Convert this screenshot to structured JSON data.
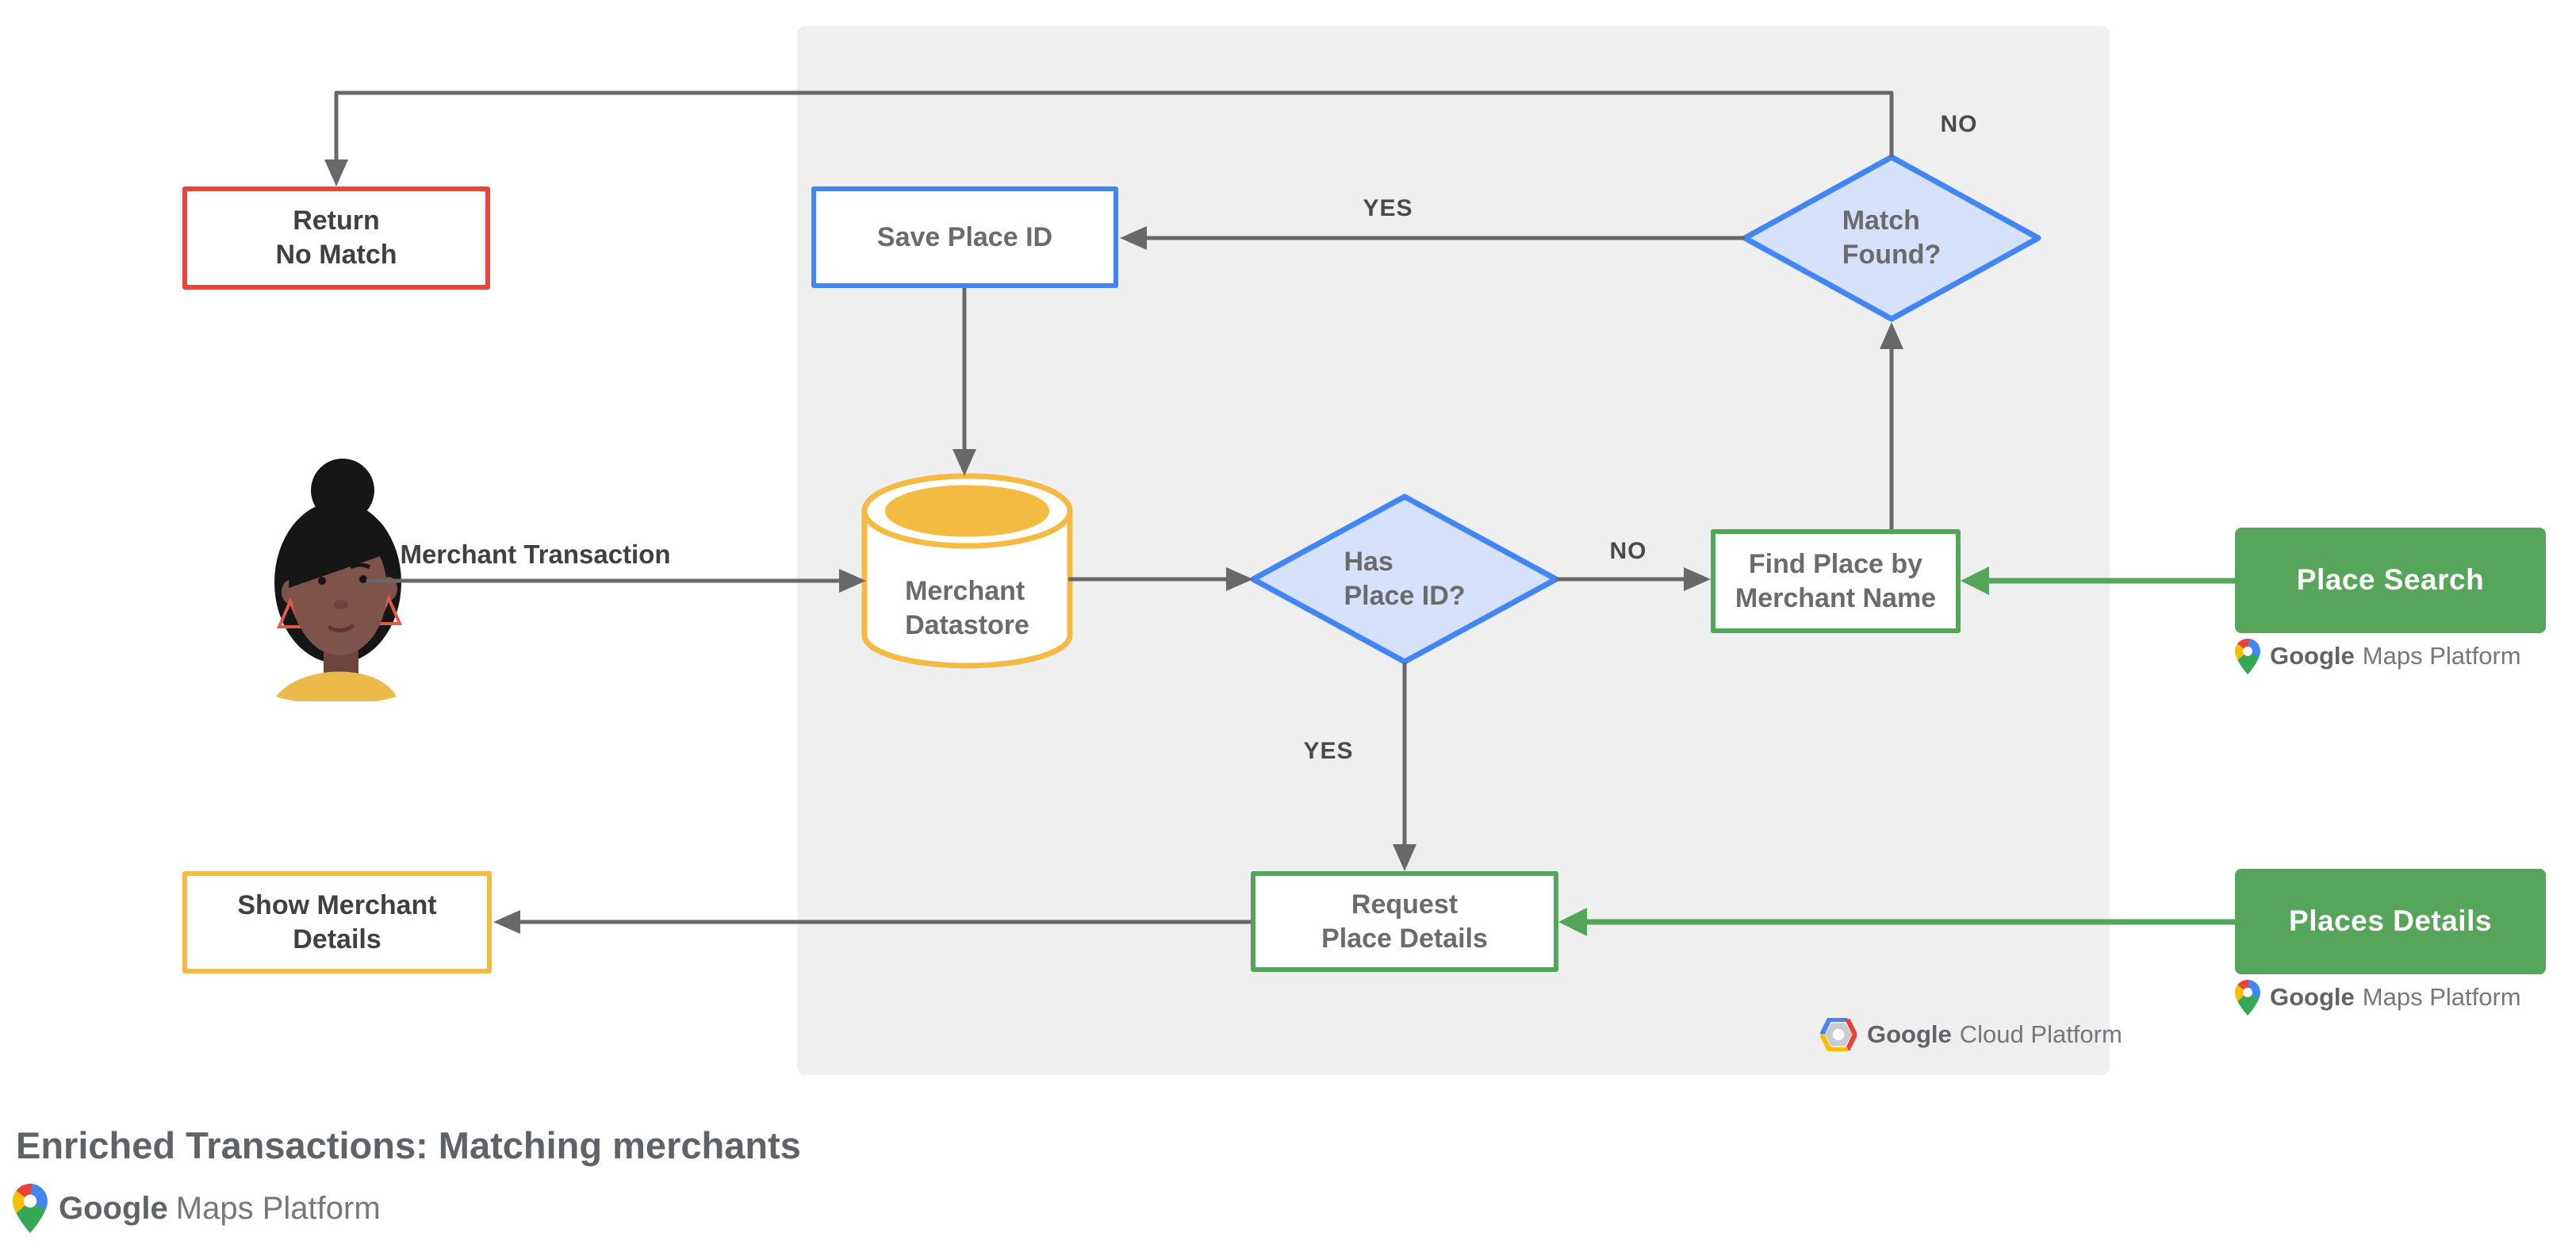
{
  "diagram_title": "Enriched Transactions: Matching merchants",
  "nodes": {
    "return_no_match": "Return\nNo Match",
    "save_place_id": "Save Place ID",
    "match_found": "Match\nFound?",
    "merchant_datastore": "Merchant\nDatastore",
    "has_place_id": "Has\nPlace ID?",
    "find_place_by_merchant_name": "Find Place by\nMerchant Name",
    "request_place_details": "Request\nPlace Details",
    "show_merchant_details": "Show Merchant\nDetails",
    "place_search": "Place Search",
    "places_details": "Places Details"
  },
  "edge_labels": {
    "merchant_transaction": "Merchant Transaction",
    "match_found_yes": "YES",
    "match_found_no": "NO",
    "has_place_id_no": "NO",
    "has_place_id_yes": "YES"
  },
  "logos": {
    "google_cloud_platform": {
      "google": "Google",
      "rest": "Cloud Platform"
    },
    "google_maps_platform_place_search": {
      "google": "Google",
      "rest": "Maps Platform"
    },
    "google_maps_platform_places_details": {
      "google": "Google",
      "rest": "Maps Platform"
    },
    "google_maps_platform_footer": {
      "google": "Google",
      "rest": "Maps Platform"
    }
  },
  "colors": {
    "panel_background": "#EFEFEF",
    "connector_gray": "#686868",
    "decision_fill": "#D6E2FB",
    "blue": "#4285F4",
    "red": "#E8453C",
    "yellow": "#F4BA42",
    "green": "#53A559",
    "green_fill": "#57A55A",
    "text_dark": "#3F4042",
    "text_gray": "#6B6B6B"
  }
}
